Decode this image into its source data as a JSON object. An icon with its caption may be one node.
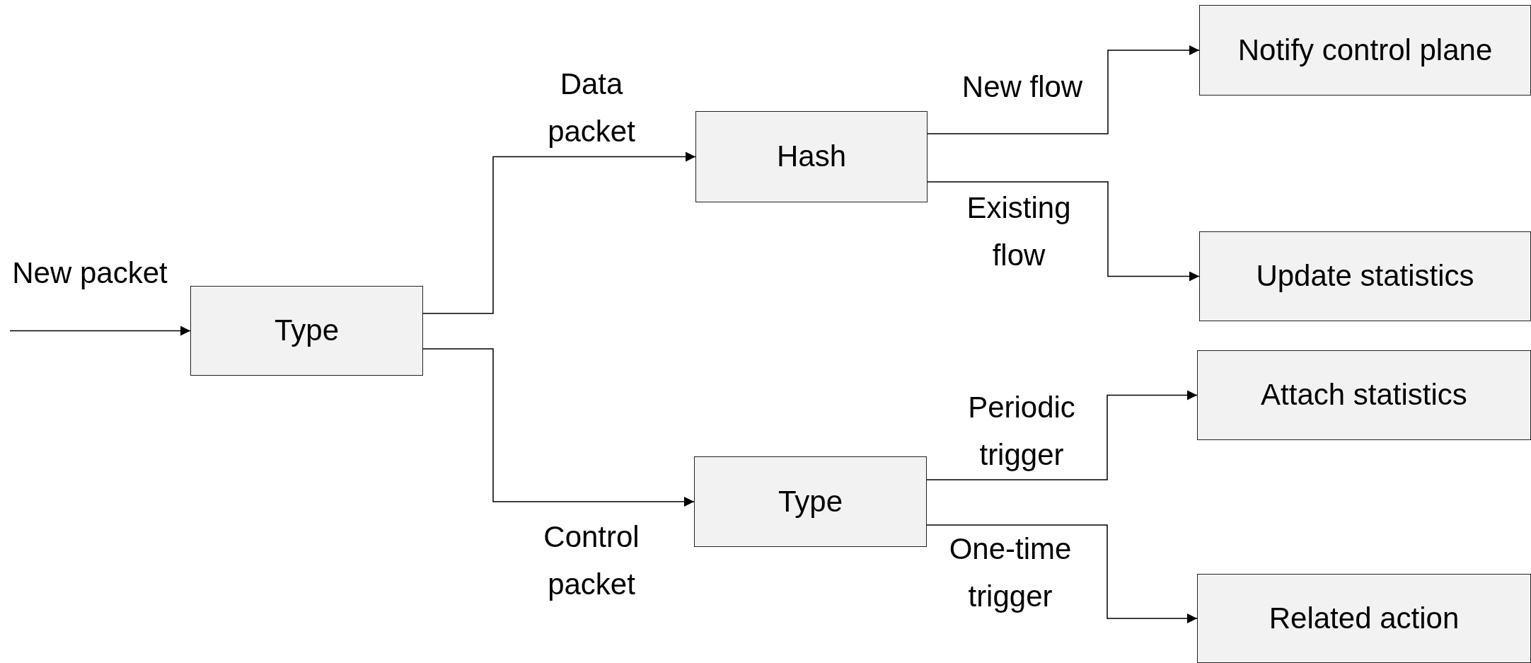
{
  "diagram": {
    "nodes": [
      {
        "text": [
          "Type"
        ]
      },
      {
        "text": [
          "Hash"
        ]
      },
      {
        "text": [
          "Type"
        ]
      },
      {
        "text": [
          "Notify control plane"
        ]
      },
      {
        "text": [
          "Update statistics"
        ]
      },
      {
        "text": [
          "Attach statistics"
        ]
      },
      {
        "text": [
          "Related action"
        ]
      }
    ],
    "edges": [
      {
        "from": null,
        "to": 0,
        "arrow": "to",
        "label": "New packet"
      },
      {
        "from": 0,
        "to": 1,
        "arrow": "to",
        "label": "Data packet"
      },
      {
        "from": 0,
        "to": 2,
        "arrow": "to",
        "label": "Control packet"
      },
      {
        "from": 1,
        "to": 3,
        "arrow": "to",
        "label": "New flow"
      },
      {
        "from": 1,
        "to": 4,
        "arrow": "to",
        "label": "Existing flow"
      },
      {
        "from": 2,
        "to": 5,
        "arrow": "to",
        "label": "Periodic trigger"
      },
      {
        "from": 2,
        "to": 6,
        "arrow": "to",
        "label": "One-time trigger"
      }
    ]
  }
}
